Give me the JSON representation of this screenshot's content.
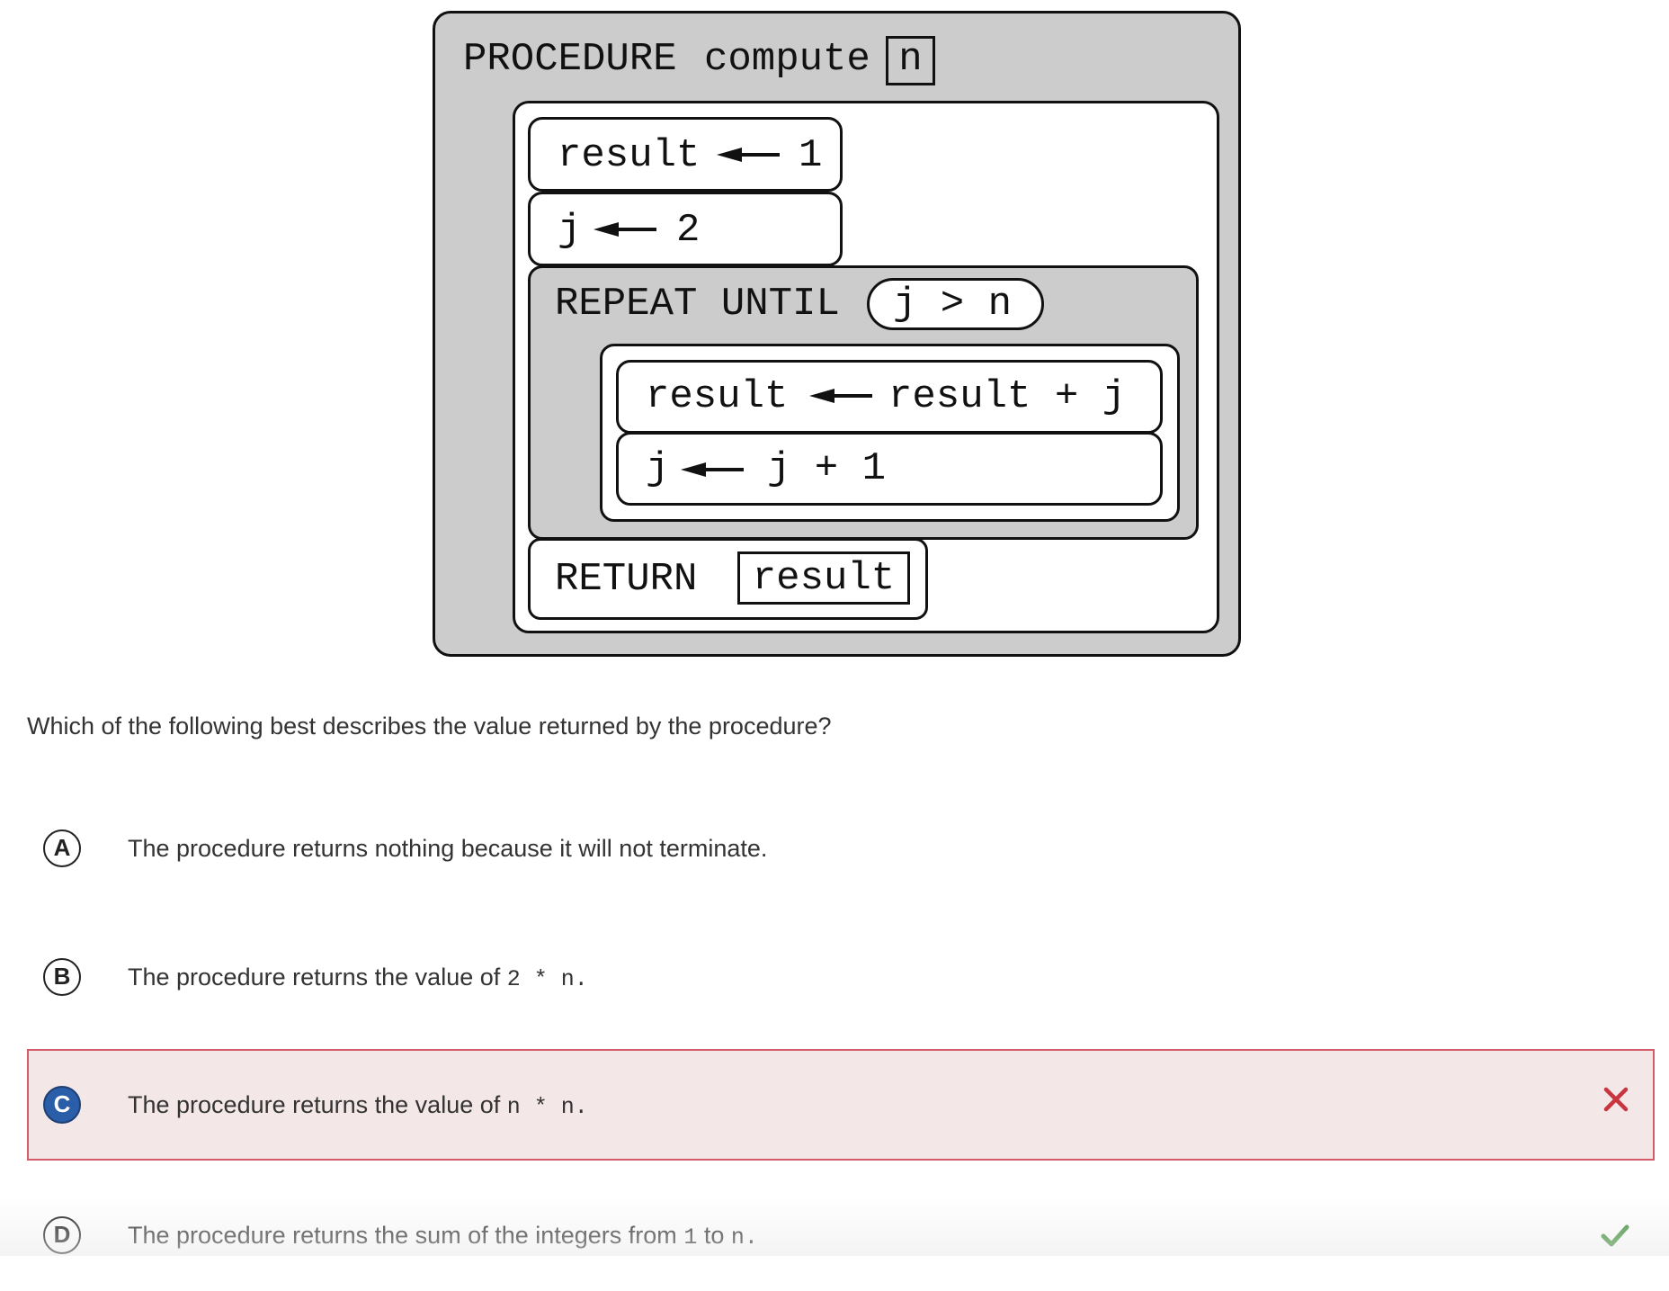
{
  "diagram": {
    "procedure_keyword": "PROCEDURE",
    "procedure_name": "compute",
    "parameter": "n",
    "stmt_result_init": {
      "var": "result",
      "value": "1"
    },
    "stmt_j_init": {
      "var": "j",
      "value": "2"
    },
    "repeat_keyword": "REPEAT UNTIL",
    "repeat_condition": "j > n",
    "stmt_result_update": {
      "var": "result",
      "value": "result + j"
    },
    "stmt_j_update": {
      "var": "j",
      "value": "j + 1"
    },
    "return_keyword": "RETURN",
    "return_value": "result"
  },
  "question": {
    "prompt": "Which of the following best describes the value returned by the procedure?"
  },
  "choices": [
    {
      "letter": "A",
      "text": "The procedure returns nothing because it will not terminate.",
      "code": "",
      "code2": ""
    },
    {
      "letter": "B",
      "text": "The procedure returns the value of",
      "code": "2 * n",
      "suffix": "."
    },
    {
      "letter": "C",
      "text": "The procedure returns the value of",
      "code": "n * n",
      "suffix": ".",
      "state": "selected-incorrect"
    },
    {
      "letter": "D",
      "text": "The procedure returns the sum of the integers from",
      "code": "1",
      "middle": "to",
      "code2": "n",
      "suffix": ".",
      "state": "correct"
    }
  ],
  "colors": {
    "diagram_gray": "#cccccc",
    "wrong_bg": "#f4e7e8",
    "wrong_border": "#d45c6a",
    "wrong_mark": "#c8353f",
    "correct_mark": "#3f8f3a",
    "selected_letter": "#2b5ea8"
  },
  "icons": {
    "wrong": "x-icon",
    "correct": "checkmark-icon",
    "assign": "left-arrow-icon"
  }
}
